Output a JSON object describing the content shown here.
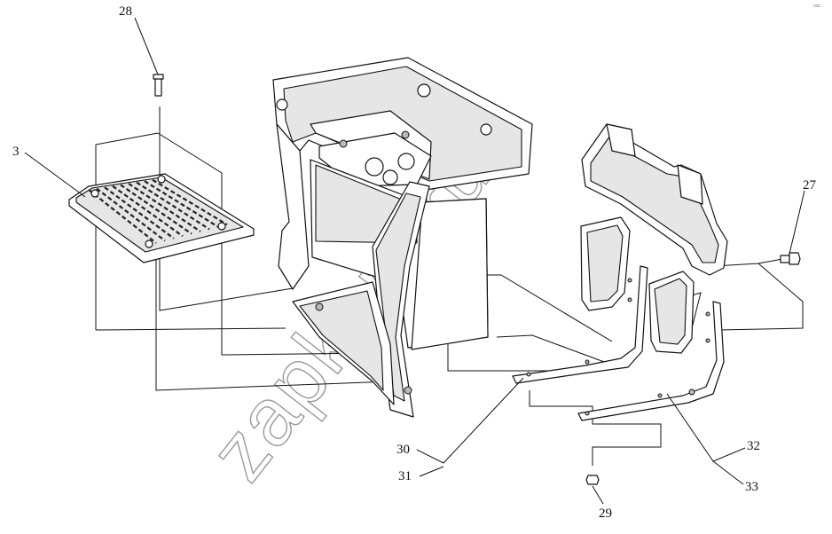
{
  "callouts": [
    {
      "id": "c3",
      "label": "3"
    },
    {
      "id": "c27",
      "label": "27"
    },
    {
      "id": "c28",
      "label": "28"
    },
    {
      "id": "c29",
      "label": "29"
    },
    {
      "id": "c30",
      "label": "30"
    },
    {
      "id": "c31",
      "label": "31"
    },
    {
      "id": "c32",
      "label": "32"
    },
    {
      "id": "c33",
      "label": "33"
    }
  ],
  "watermark": "zapkam.ru",
  "corner_mark": "◦═"
}
